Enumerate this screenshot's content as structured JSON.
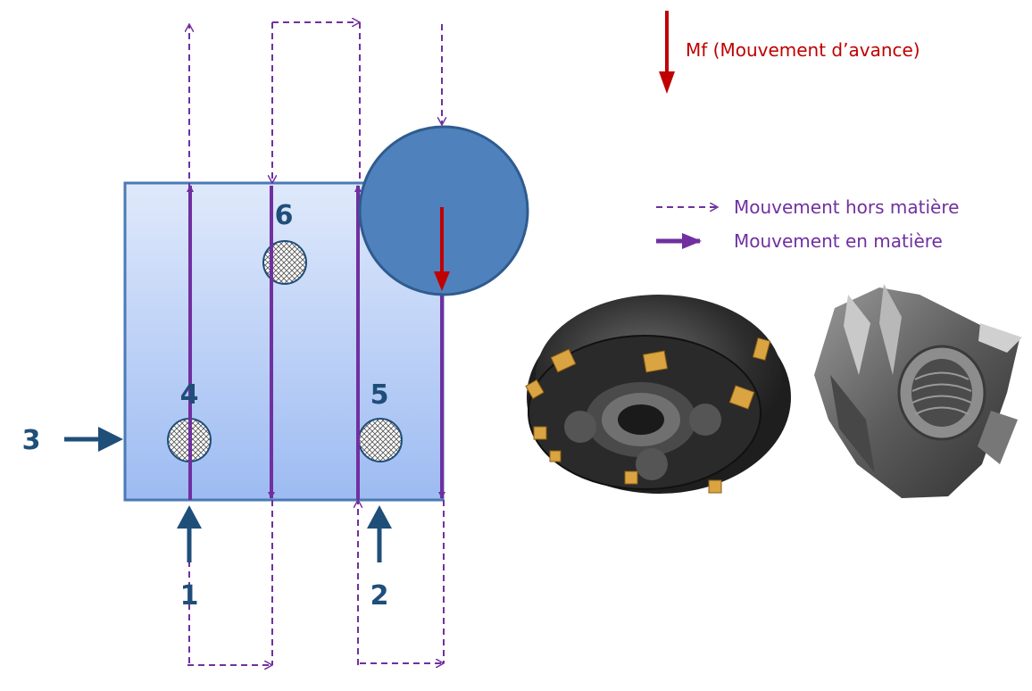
{
  "colors": {
    "path": "#7030a0",
    "feed": "#c00000",
    "support": "#1f4e79",
    "part_top": "#dfe9fb",
    "part_bottom": "#9dbbf2",
    "part_border": "#4a7ab5",
    "cutter": "#4f81bd",
    "cutter_border": "#2f5c8f"
  },
  "feed_legend": {
    "label": "Mf (Mouvement d’avance)",
    "icon": "arrow-down-icon"
  },
  "legend": {
    "off_material": "Mouvement hors matière",
    "in_material": "Mouvement en matière"
  },
  "labels": {
    "support_1": "1",
    "support_2": "2",
    "support_3": "3",
    "clamp_4": "4",
    "clamp_5": "5",
    "clamp_6": "6"
  },
  "photos": [
    {
      "name": "face-mill-cutter-photo",
      "icon": "face-mill-icon"
    },
    {
      "name": "end-mill-cutter-photo",
      "icon": "end-mill-icon"
    }
  ]
}
